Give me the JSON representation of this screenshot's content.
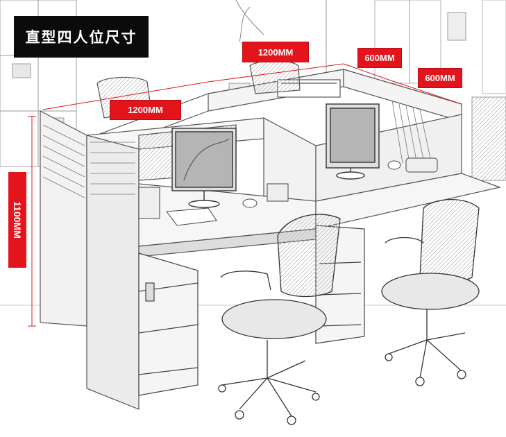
{
  "title": "直型四人位尺寸",
  "dimensions": {
    "desk_width_back": "1200MM",
    "desk_width_front": "1200MM",
    "depth_back": "600MM",
    "depth_side": "600MM",
    "height": "1100MM"
  },
  "colors": {
    "dimension_red": "#e3141c",
    "title_background": "#0b0b0b",
    "sketch_line": "#555555"
  }
}
